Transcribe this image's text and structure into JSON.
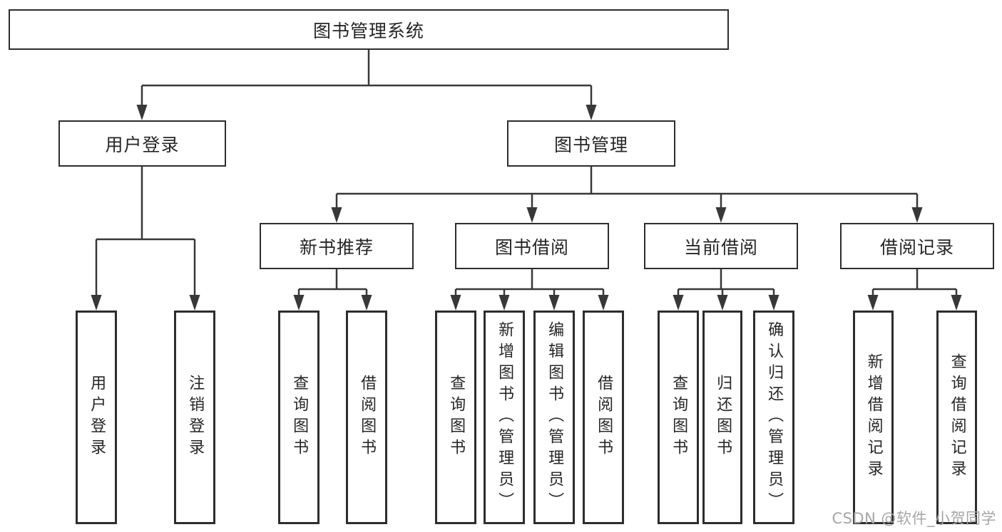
{
  "tree": {
    "root": "图书管理系统",
    "branches": [
      {
        "label": "用户登录",
        "leaves": [
          "用户登录",
          "注销登录"
        ]
      },
      {
        "label": "图书管理",
        "groups": [
          {
            "label": "新书推荐",
            "leaves": [
              "查询图书",
              "借阅图书"
            ]
          },
          {
            "label": "图书借阅",
            "leaves": [
              "查询图书",
              "新增图书（管理员）",
              "编辑图书（管理员）",
              "借阅图书"
            ]
          },
          {
            "label": "当前借阅",
            "leaves": [
              "查询图书",
              "归还图书",
              "确认归还（管理员）"
            ]
          },
          {
            "label": "借阅记录",
            "leaves": [
              "新增借阅记录",
              "查询借阅记录"
            ]
          }
        ]
      }
    ]
  },
  "watermark": "CSDN @软件_小贺同学",
  "colors": {
    "line": "#383838",
    "box_border": "#2d2d2d",
    "text": "#262626",
    "watermark": "#a6a6a6",
    "background": "#ffffff"
  }
}
